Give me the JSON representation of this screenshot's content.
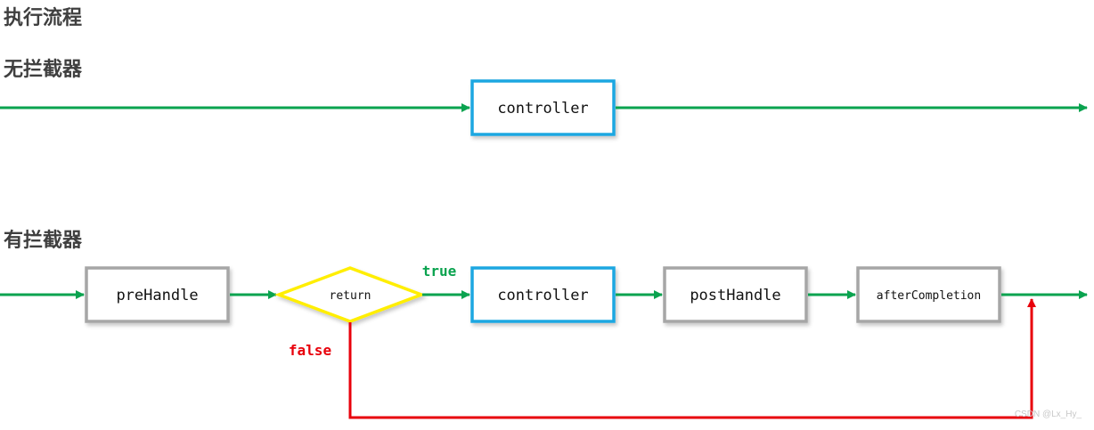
{
  "headings": {
    "title": "执行流程",
    "no_interceptor": "无拦截器",
    "with_interceptor": "有拦截器"
  },
  "flow_no_interceptor": {
    "controller": "controller"
  },
  "flow_with_interceptor": {
    "pre_handle": "preHandle",
    "decision": "return",
    "true_label": "true",
    "false_label": "false",
    "controller": "controller",
    "post_handle": "postHandle",
    "after_completion": "afterCompletion"
  },
  "watermark": "CSDN @Lx_Hy_",
  "colors": {
    "flow_arrow": "#0aa34f",
    "false_path": "#e8000b",
    "controller_border": "#1ea7e1",
    "handler_border": "#a6a6a6",
    "decision_border": "#ffee00",
    "true_text": "#0aa34f",
    "false_text": "#e8000b",
    "heading_text": "#3f3f3f"
  }
}
